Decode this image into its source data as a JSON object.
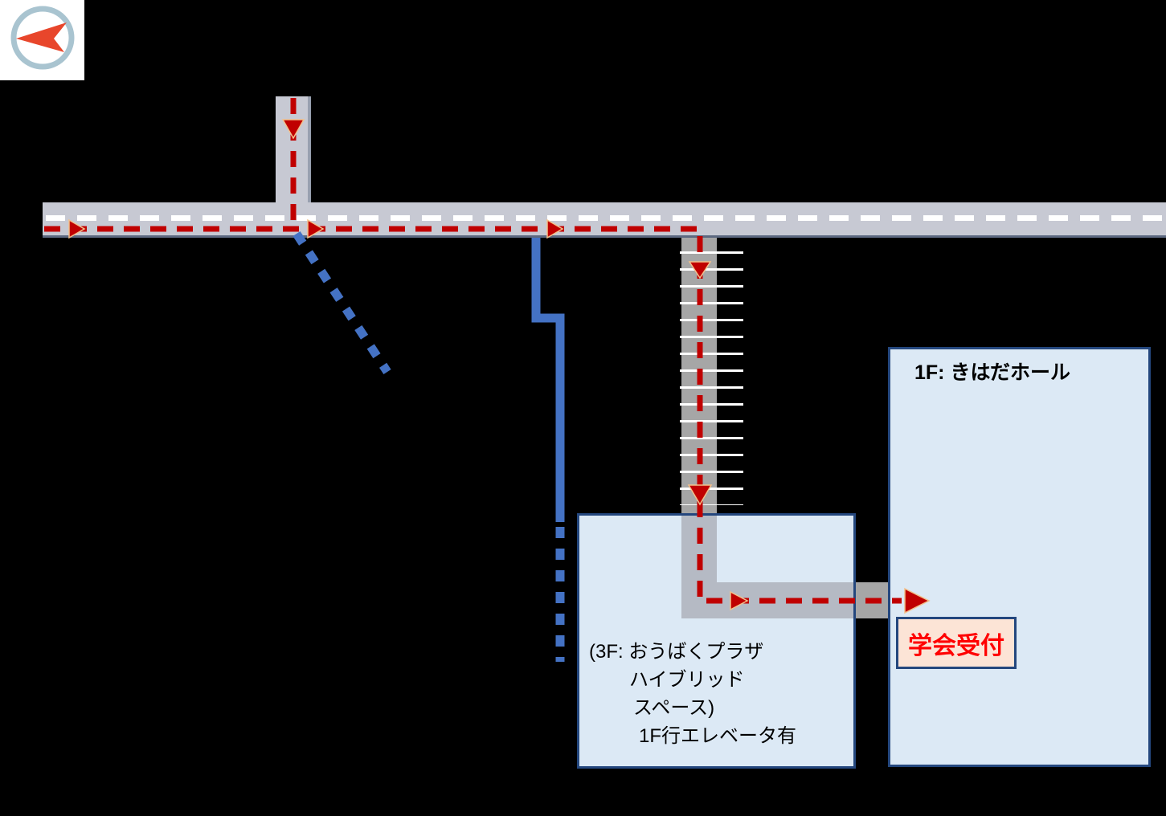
{
  "map": {
    "buildings": {
      "kihada": {
        "label": "1F: きはだホール"
      },
      "plaza": {
        "lines": [
          "(3F: おうばくプラザ",
          "ハイブリッド",
          "スペース)",
          "1F行エレベータ有"
        ]
      }
    },
    "reception": {
      "label": "学会受付"
    },
    "icons": {
      "compass": "circle-with-red-arrow-pointing-left"
    }
  },
  "colors": {
    "background": "#000000",
    "road_fill": "#C7C9D3",
    "road_edge": "#5C6880",
    "north_road_edge": "#98A0B0",
    "centerline_white": "#FFFFFF",
    "route_red": "#C00000",
    "arrowhead_outline": "#F2C18C",
    "walk_blue": "#4472C4",
    "stair_gray": "#A6A6A6",
    "corridor_gray": "#B5BAC4",
    "step_white": "#FFFFFF",
    "building_fill": "#DCE9F5",
    "building_border": "#24477E",
    "reception_fill": "#FCE4D6",
    "reception_text": "#FF0000",
    "label_text": "#000000",
    "compass_ring": "#A9C4D0",
    "compass_arrow": "#E8462B",
    "compass_bg": "#FFFFFF"
  }
}
